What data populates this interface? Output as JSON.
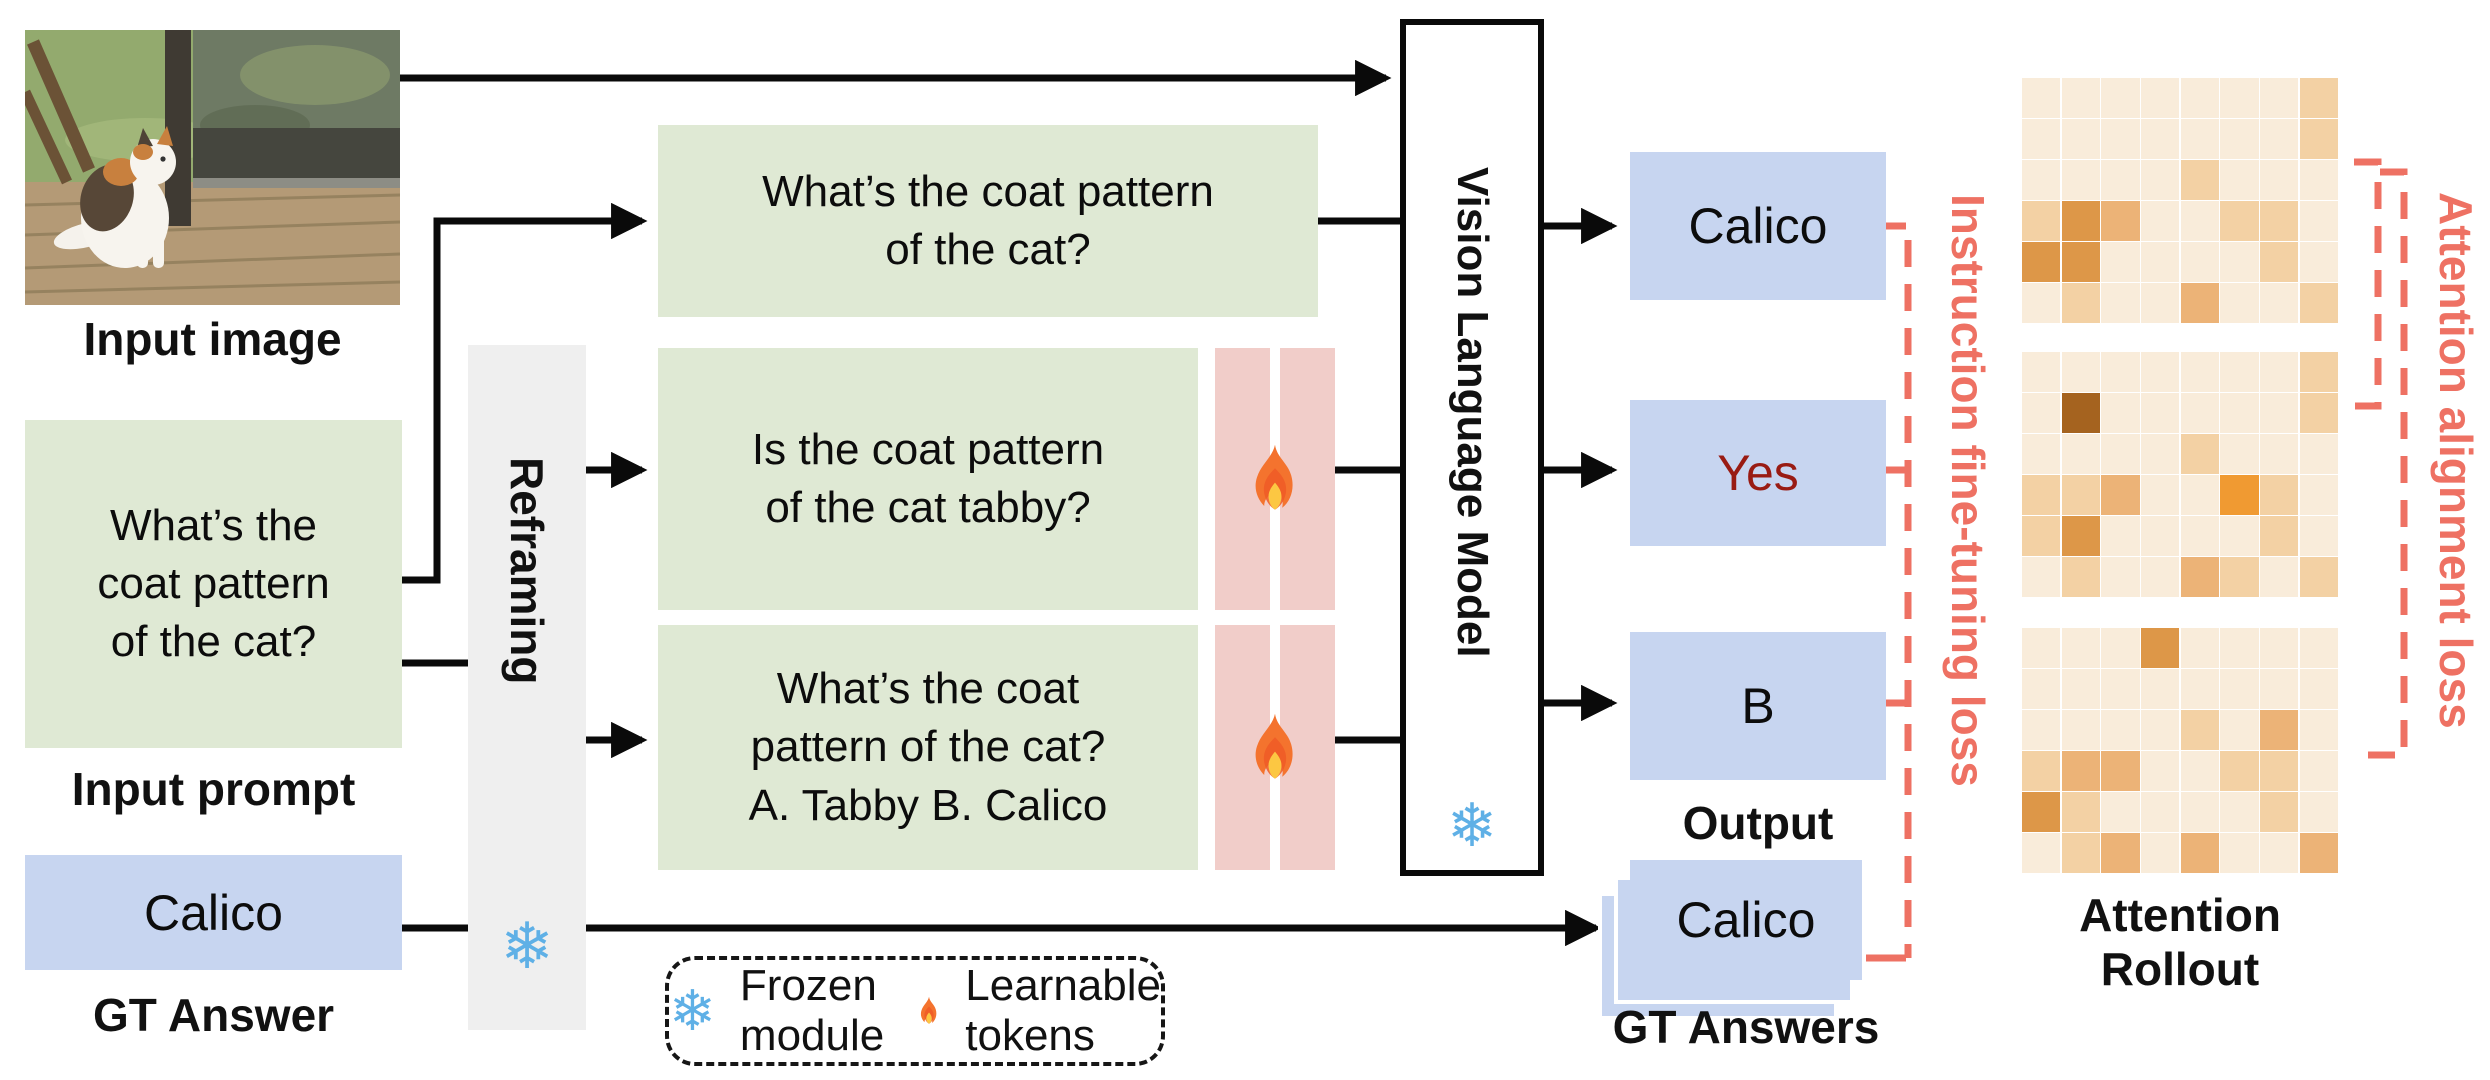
{
  "colors": {
    "question_bg": "#dfe9d4",
    "answer_bg": "#c7d5f0",
    "learnable_token_bg": "#f1cdc9",
    "reframing_bg": "#efefef",
    "loss_red": "#ee7163",
    "yes_text_red": "#991b13",
    "snowflake_blue": "#5fb0e6",
    "line_black": "#0a0a0a"
  },
  "left_column": {
    "input_image_label": "Input image",
    "input_prompt_text": "What’s the\ncoat pattern\nof the cat?",
    "input_prompt_label": "Input prompt",
    "gt_answer_text": "Calico",
    "gt_answer_label": "GT Answer"
  },
  "reframing": {
    "label": "Reframing"
  },
  "questions": {
    "q1": "What’s the coat pattern\nof the cat?",
    "q2": "Is the coat pattern\nof the cat tabby?",
    "q3": "What’s the coat\npattern of the cat?\nA. Tabby B. Calico"
  },
  "vlm": {
    "label": "Vision Language Model"
  },
  "outputs": {
    "o1": "Calico",
    "o2": "Yes",
    "o3": "B",
    "output_label": "Output",
    "gt_answers_text": "Calico",
    "gt_answers_label": "GT Answers"
  },
  "losses": {
    "instruction": "Instruction fine-tuning loss",
    "alignment": "Attention alignment loss"
  },
  "heatmaps": {
    "label": "Attention\nRollout",
    "palette": [
      "#f9ecda",
      "#f6e3cb",
      "#f3d1a4",
      "#ecb377",
      "#dd9748",
      "#f09a32",
      "#a5631f"
    ],
    "grids": [
      [
        [
          0,
          0,
          0,
          0,
          0,
          0,
          0,
          2
        ],
        [
          0,
          0,
          0,
          0,
          0,
          0,
          0,
          2
        ],
        [
          0,
          0,
          0,
          0,
          2,
          0,
          0,
          0
        ],
        [
          2,
          4,
          3,
          0,
          0,
          2,
          2,
          0
        ],
        [
          4,
          4,
          0,
          0,
          0,
          0,
          2,
          0
        ],
        [
          0,
          2,
          0,
          0,
          3,
          0,
          0,
          2
        ]
      ],
      [
        [
          0,
          0,
          0,
          0,
          0,
          0,
          0,
          2
        ],
        [
          0,
          6,
          0,
          0,
          0,
          0,
          0,
          2
        ],
        [
          0,
          0,
          0,
          0,
          2,
          0,
          0,
          0
        ],
        [
          2,
          2,
          3,
          0,
          0,
          5,
          2,
          0
        ],
        [
          2,
          4,
          0,
          0,
          0,
          0,
          2,
          0
        ],
        [
          0,
          2,
          0,
          0,
          3,
          2,
          0,
          2
        ]
      ],
      [
        [
          0,
          0,
          0,
          4,
          0,
          0,
          0,
          0
        ],
        [
          0,
          0,
          0,
          0,
          0,
          0,
          0,
          0
        ],
        [
          0,
          0,
          0,
          0,
          2,
          0,
          3,
          0
        ],
        [
          2,
          3,
          3,
          0,
          0,
          2,
          2,
          0
        ],
        [
          4,
          2,
          0,
          0,
          0,
          0,
          2,
          0
        ],
        [
          0,
          2,
          3,
          0,
          3,
          0,
          0,
          3
        ]
      ]
    ]
  },
  "legend": {
    "frozen": "Frozen module",
    "learnable": "Learnable tokens"
  },
  "icons": {
    "snowflake": "❄"
  }
}
